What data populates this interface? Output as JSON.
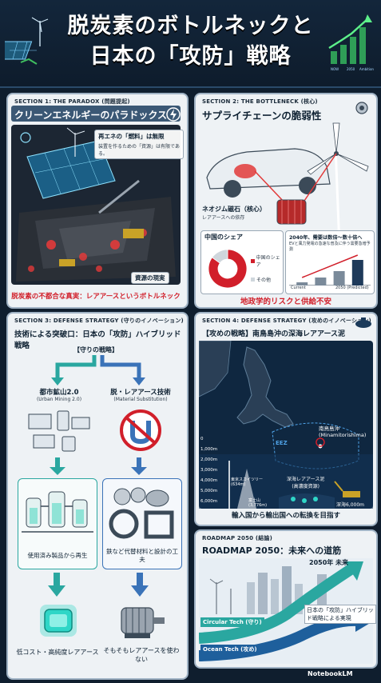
{
  "header": {
    "title_line1": "脱炭素のボトルネックと",
    "title_line2": "日本の「攻防」戦略",
    "chart_labels": [
      "NOW",
      "2050",
      "Ambition"
    ]
  },
  "section1": {
    "label": "SECTION 1: THE PARADOX (問題提起)",
    "title": "クリーンエネルギーのパラドックス",
    "callout_main": "再エネの「燃料」は無限",
    "callout_sub": "装置を作るための「資源」は有限である。",
    "resource_label": "資源の現実",
    "footer": "脱炭素の不都合な真実：レアアースというボトルネック"
  },
  "section2": {
    "label": "SECTION 2: THE BOTTLENECK (核心)",
    "title": "サプライチェーンの脆弱性",
    "magnet_main": "ネオジム磁石（核心）",
    "magnet_sub": "レアアースへの依存",
    "share_title": "中国のシェア",
    "legend_china": "中国のシェア",
    "legend_other": "その他",
    "demand_text": "2040年、需要は数倍～数十倍へ",
    "demand_sub": "EVと風力発電の急速な普及に伴う需要急増予測",
    "bar_x_current": "Current",
    "bar_x_2050": "2050 (Predicted)",
    "footer": "地政学的リスクと供給不安"
  },
  "section3": {
    "label": "SECTION 3: DEFENSE STRATEGY (守りのイノベーション)",
    "title": "技術による突破口：日本の「攻防」ハイブリッド戦略",
    "defense_label": "【守りの戦略】",
    "left_title": "都市鉱山2.0",
    "left_en": "(Urban Mining 2.0)",
    "right_title": "脱・レアアース技術",
    "right_en": "(Material Substitution)",
    "left_step2": "使用済み製品から再生",
    "right_step2": "鉄など代替材料と設計の工夫",
    "left_result": "低コスト・高純度レアアース",
    "right_result": "そもそもレアアースを使わない"
  },
  "section4": {
    "label": "SECTION 4: DEFENSE STRATEGY (攻めのイノベーション)",
    "title": "【攻めの戦略】南鳥島沖の深海レアアース泥",
    "island_name": "南鳥島沖",
    "island_en": "(Minamitorishima)",
    "eez": "EEZ",
    "depth_ticks": [
      "0",
      "1,000m",
      "2,000m",
      "3,000m",
      "4,000m",
      "5,000m",
      "6,000m"
    ],
    "skytree": "東京スカイツリー",
    "skytree_h": "(634m)",
    "fuji": "富士山",
    "fuji_h": "(3,776m)",
    "mud": "深海レアアース泥",
    "mud_sub": "(高濃度資源)",
    "depth_label": "深海6,000m",
    "footer": "輸入国から輸出国への転換を目指す"
  },
  "section5": {
    "label": "ROADMAP 2050 (結論)",
    "title": "ROADMAP 2050：未来への道筋",
    "future": "2050年 未来",
    "circular": "Circular Tech (守り)",
    "ocean": "Ocean Tech (攻め)",
    "strategy": "日本の「攻防」ハイブリッド戦略による実現"
  },
  "brand": "NotebookLM",
  "colors": {
    "accent_red": "#d11f2a",
    "teal": "#2aa7a0",
    "blue": "#3a73b8",
    "navy": "#0f1e2e"
  },
  "chart_data": [
    {
      "type": "pie",
      "title": "中国のシェア",
      "categories": [
        "中国のシェア",
        "その他"
      ],
      "values": [
        85,
        15
      ]
    },
    {
      "type": "bar",
      "title": "",
      "categories": [
        "Current",
        "",
        "",
        "2050 (Predicted)"
      ],
      "values": [
        10,
        25,
        45,
        80
      ],
      "ylim": [
        0,
        100
      ]
    }
  ]
}
